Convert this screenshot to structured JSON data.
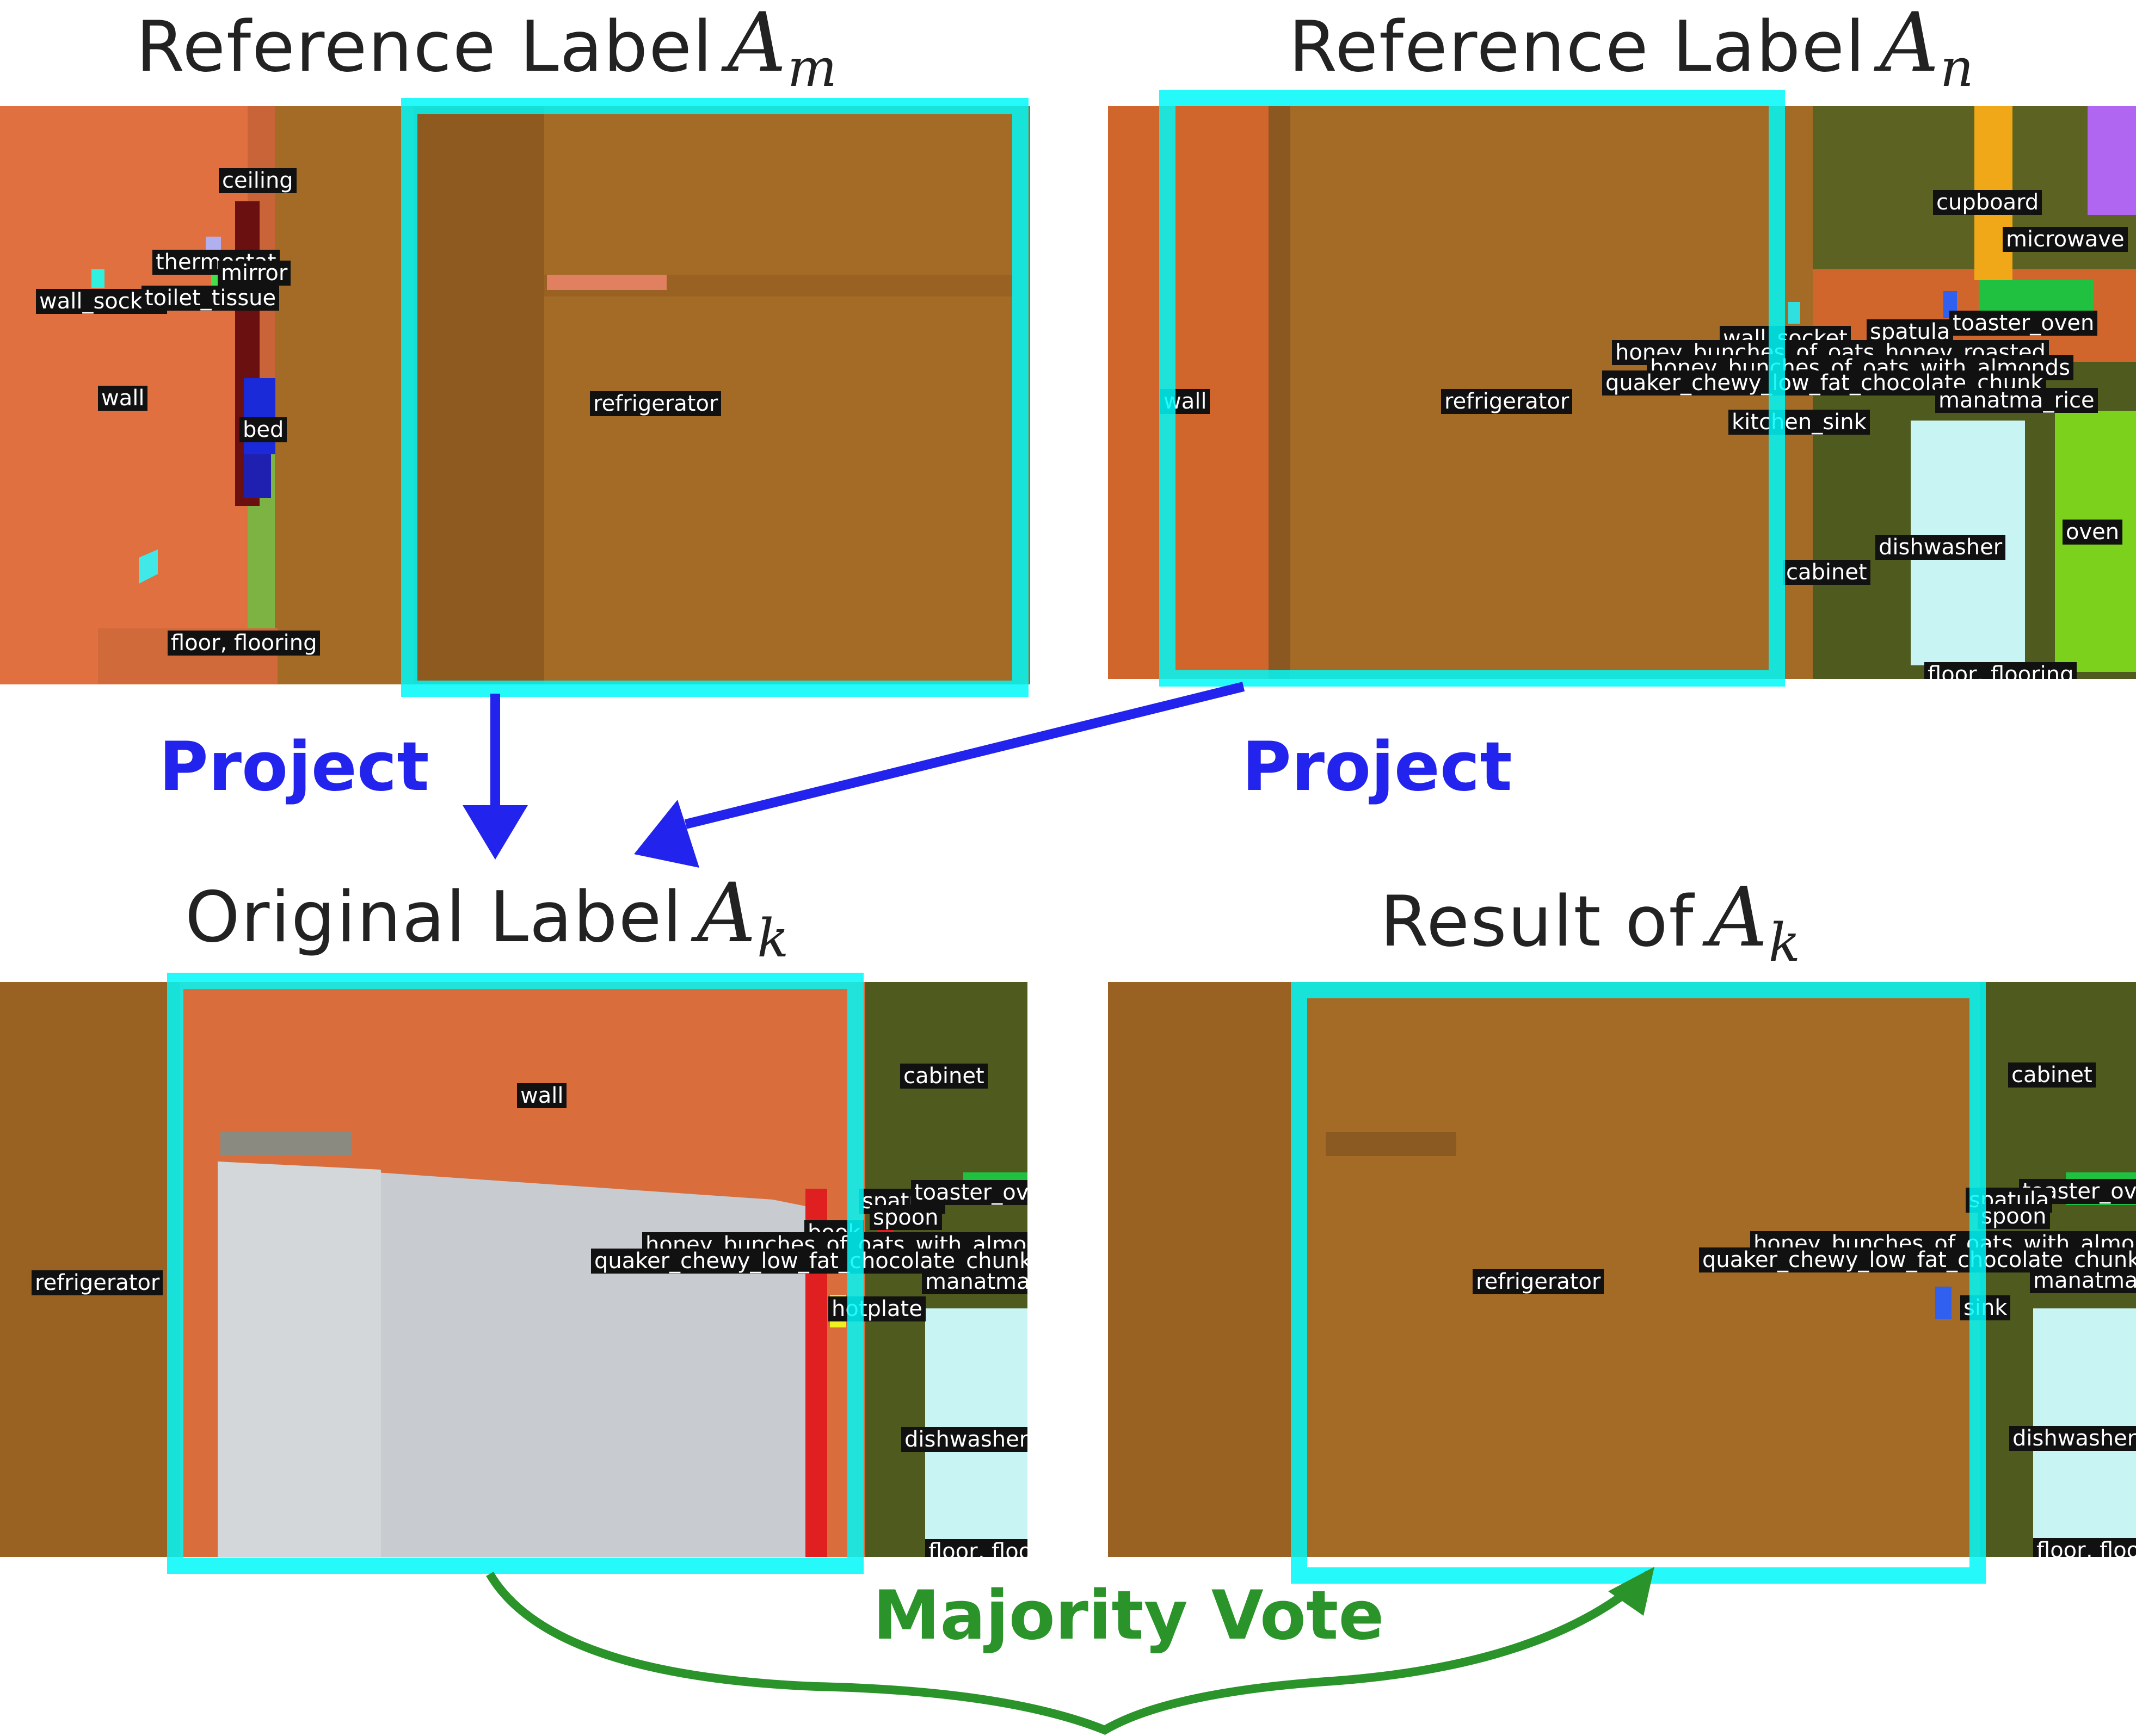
{
  "colors": {
    "highlight": "#00f8f8",
    "project_arrow": "#2323ee",
    "vote_arrow": "#2a942a",
    "wall": "#d96d3c",
    "refrigerator": "#a46b27",
    "floor": "#7cb342",
    "cabinet": "#5a5a20",
    "dishwasher": "#c8f4f4",
    "oven": "#7bd11c"
  },
  "titles": {
    "ref_m": {
      "text": "Reference Label",
      "symbol": "A",
      "sub": "m"
    },
    "ref_n": {
      "text": "Reference Label",
      "symbol": "A",
      "sub": "n"
    },
    "orig_k": {
      "text": "Original Label",
      "symbol": "A",
      "sub": "k"
    },
    "result_k": {
      "text": "Result of",
      "symbol": "A",
      "sub": "k"
    }
  },
  "steps": {
    "project_left": "Project",
    "project_right": "Project",
    "majority_vote": "Majority Vote"
  },
  "panels": {
    "ref_m": {
      "labels": [
        "ceiling",
        "thermostat",
        "mirror",
        "wall_socket",
        "toilet_tissue",
        "wall",
        "bed",
        "floor, flooring",
        "refrigerator"
      ]
    },
    "ref_n": {
      "labels": [
        "cupboard",
        "microwave",
        "wall_socket",
        "spatula",
        "toaster_oven",
        "honey_bunches_of_oats_honey_roasted",
        "honey_bunches_of_oats_with_almonds",
        "quaker_chewy_low_fat_chocolate_chunk",
        "manatma_rice",
        "wall",
        "refrigerator",
        "kitchen_sink",
        "cabinet",
        "dishwasher",
        "oven",
        "floor, flooring"
      ]
    },
    "orig_k": {
      "labels": [
        "wall",
        "cabinet",
        "refrigerator",
        "spatula",
        "toaster_oven",
        "spoon",
        "book",
        "honey_bunches_of_oats_with_almonds",
        "quaker_chewy_low_fat_chocolate_chunk",
        "manatma_rice",
        "hotplate",
        "dishwasher",
        "floor, flooring"
      ]
    },
    "result_k": {
      "labels": [
        "cabinet",
        "toaster_oven",
        "spatula",
        "spoon",
        "honey_bunches_of_oats_with_almonds",
        "quaker_chewy_low_fat_chocolate_chunk",
        "manatma_rice",
        "refrigerator",
        "sink",
        "dishwasher",
        "floor, flooring"
      ]
    }
  }
}
